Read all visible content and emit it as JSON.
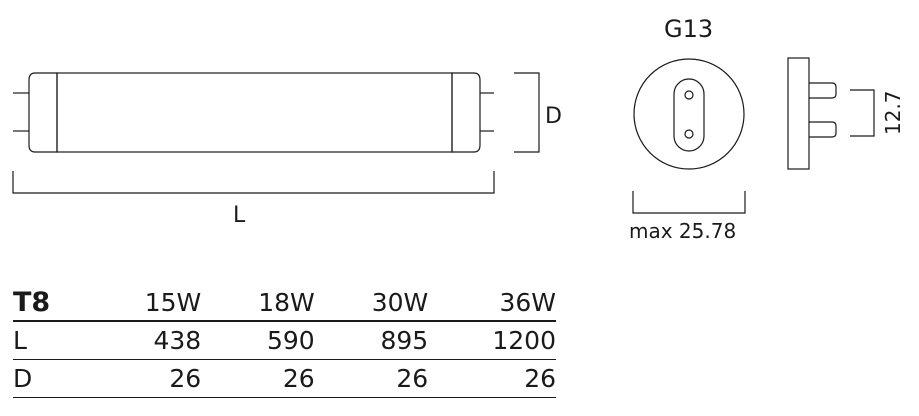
{
  "diagram": {
    "side_view": {
      "length_label": "L",
      "diameter_label": "D"
    },
    "base": {
      "type_label": "G13",
      "pin_spacing_label": "12.7",
      "max_diameter_label": "max 25.78"
    }
  },
  "table": {
    "model": "T8",
    "columns": [
      "15W",
      "18W",
      "30W",
      "36W"
    ],
    "rows": [
      {
        "label": "L",
        "values": [
          "438",
          "590",
          "895",
          "1200"
        ]
      },
      {
        "label": "D",
        "values": [
          "26",
          "26",
          "26",
          "26"
        ]
      }
    ]
  }
}
